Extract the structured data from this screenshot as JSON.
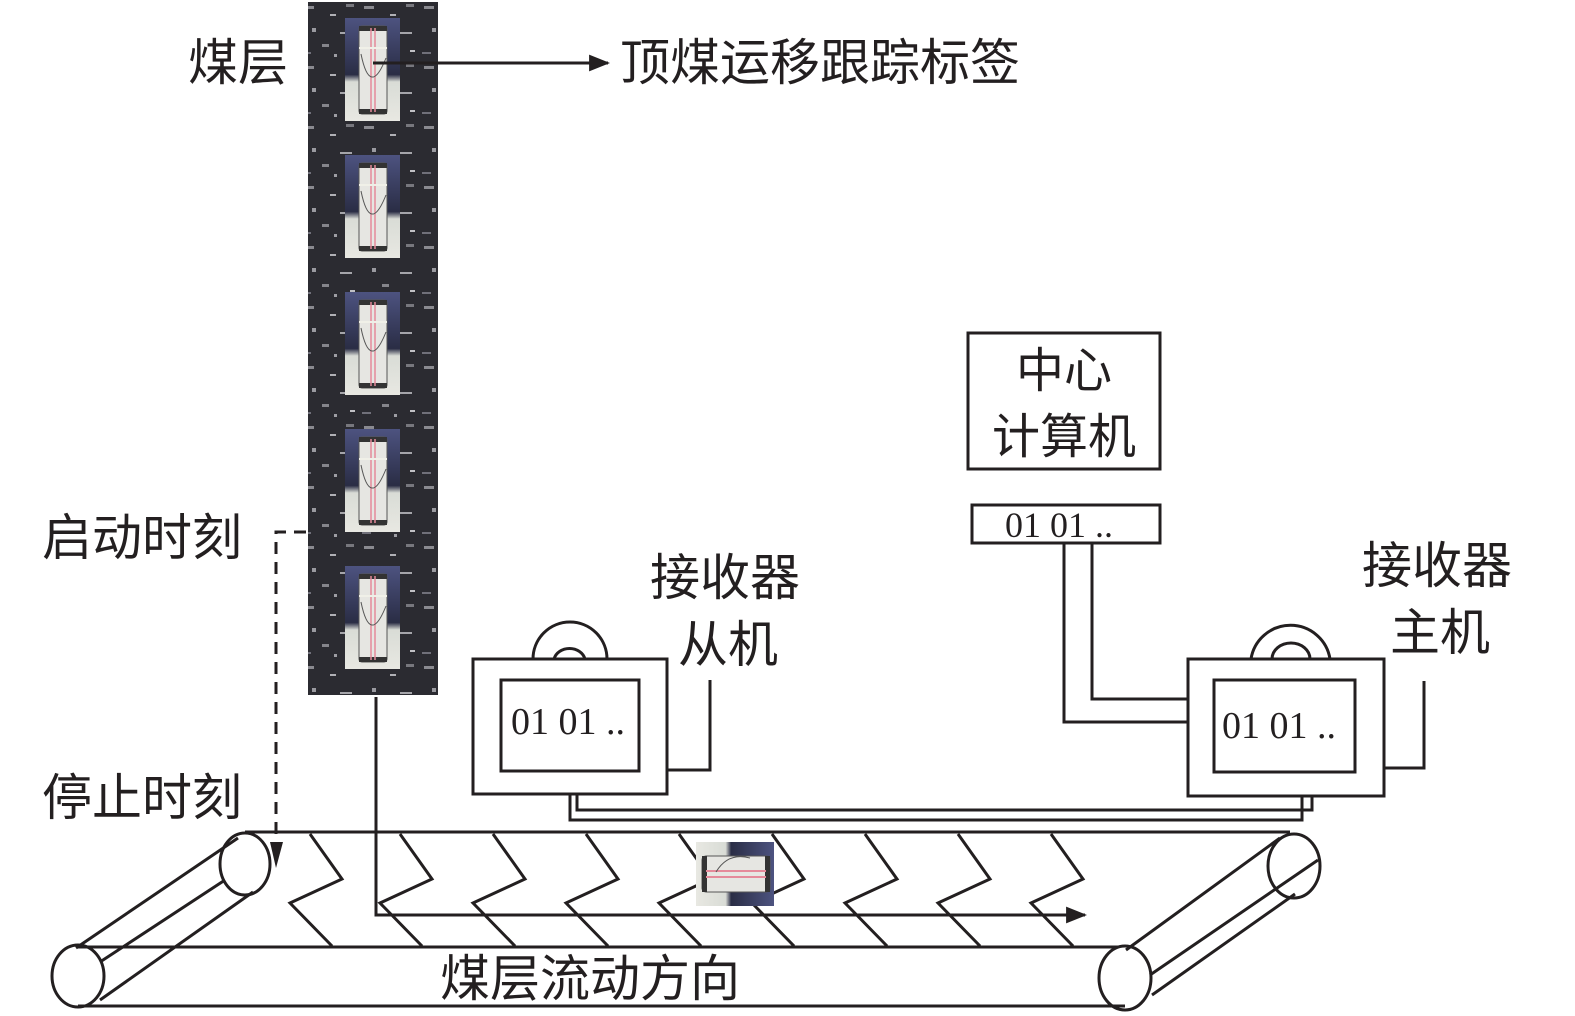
{
  "labels": {
    "coal_seam": "煤层",
    "tracking_tag": "顶煤运移跟踪标签",
    "start_time": "启动时刻",
    "stop_time": "停止时刻",
    "central_computer_line1": "中心",
    "central_computer_line2": "计算机",
    "receiver_slave_line1": "接收器",
    "receiver_slave_line2": "从机",
    "receiver_master_line1": "接收器",
    "receiver_master_line2": "主机",
    "flow_direction": "煤层流动方向"
  },
  "displays": {
    "central_data": "01 01 ..",
    "slave_data": "01 01 ..",
    "master_data": "01 01 .."
  },
  "tags_in_seam": 5,
  "colors": {
    "line": "#231f20",
    "coal_bg": "#2a2a30",
    "tag_stripe": "#e58a9a",
    "tag_bg_top": "#5a5f8a"
  }
}
